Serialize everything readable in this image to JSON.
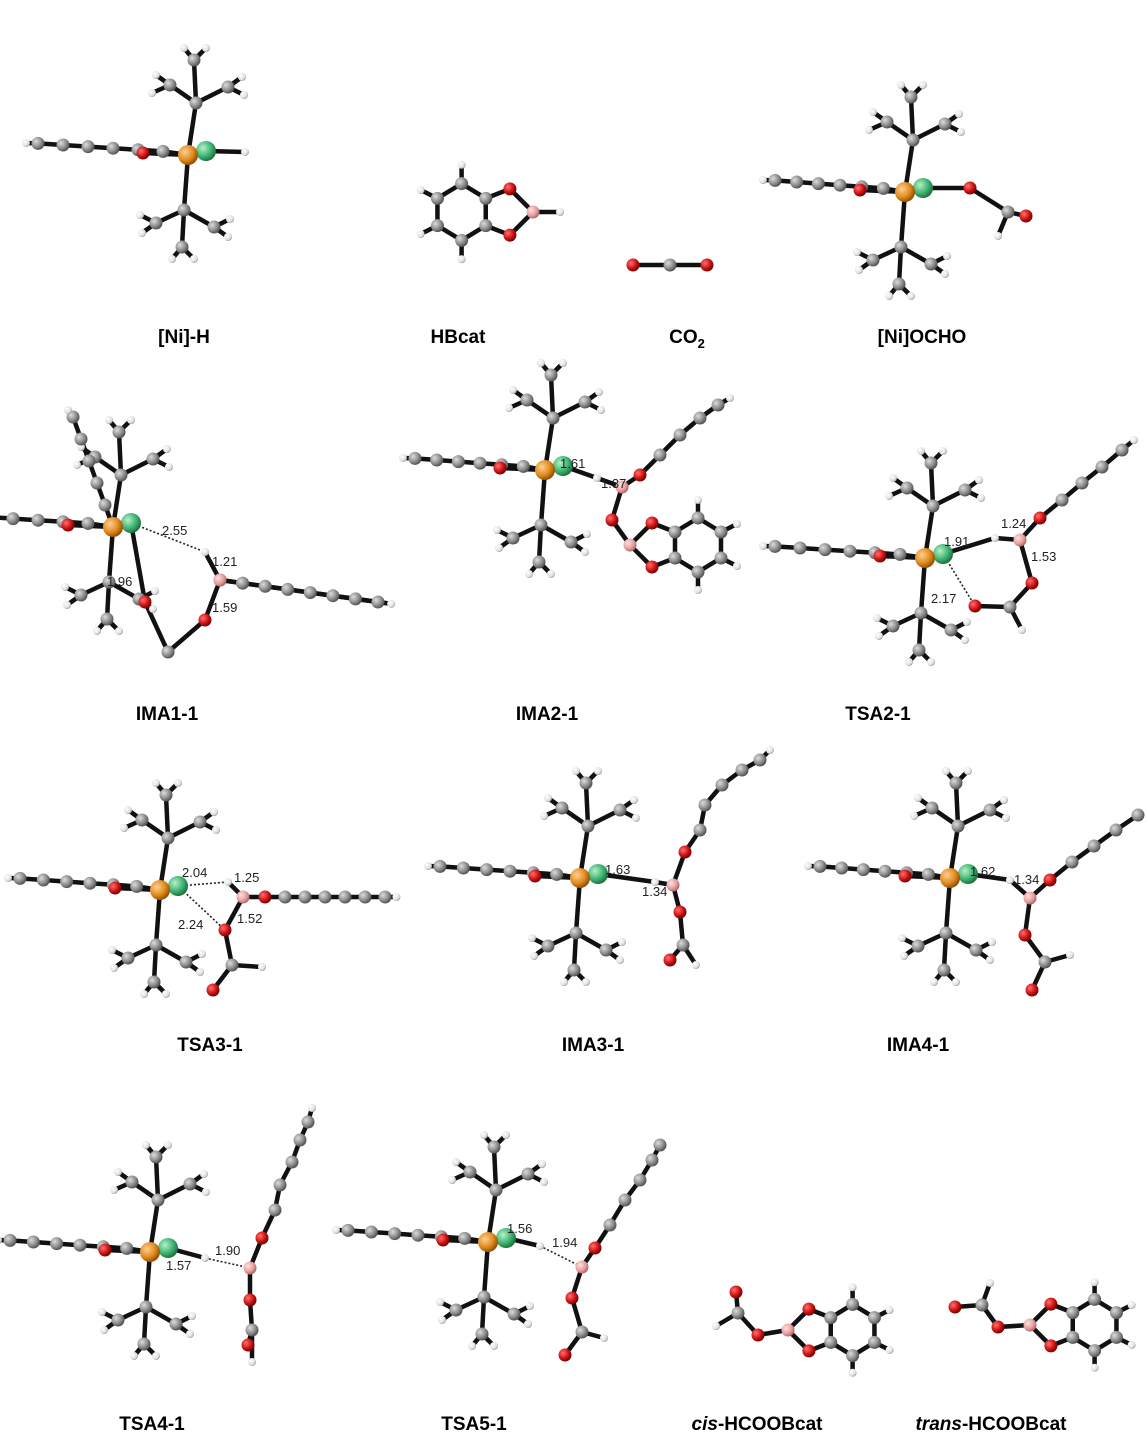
{
  "atom_colors": {
    "carbon": "#8c8c8c",
    "hydrogen": "#e6e6e6",
    "oxygen": "#cc1111",
    "boron": "#e8a0a0",
    "nickel": "#3cb371",
    "phosphorus": "#e08a1e"
  },
  "structures": [
    {
      "label": "[Ni]-H",
      "distances": []
    },
    {
      "label": "HBcat",
      "distances": []
    },
    {
      "label_main": "CO",
      "label_sub": "2",
      "distances": []
    },
    {
      "label": "[Ni]OCHO",
      "distances": []
    },
    {
      "label": "IMA1-1",
      "distances": [
        "2.55",
        "1.21",
        "1.96",
        "1.59"
      ]
    },
    {
      "label": "IMA2-1",
      "distances": [
        "1.61",
        "1.37"
      ]
    },
    {
      "label": "TSA2-1",
      "distances": [
        "1.24",
        "1.91",
        "1.53",
        "2.17"
      ]
    },
    {
      "label": "TSA3-1",
      "distances": [
        "2.04",
        "1.25",
        "1.52",
        "2.24"
      ]
    },
    {
      "label": "IMA3-1",
      "distances": [
        "1.63",
        "1.34"
      ]
    },
    {
      "label": "IMA4-1",
      "distances": [
        "1.62",
        "1.34"
      ]
    },
    {
      "label": "TSA4-1",
      "distances": [
        "1.90",
        "1.57"
      ]
    },
    {
      "label": "TSA5-1",
      "distances": [
        "1.56",
        "1.94"
      ]
    },
    {
      "label_italic": "cis",
      "label_rest": "-HCOOBcat",
      "distances": []
    },
    {
      "label_italic": "trans",
      "label_rest": "-HCOOBcat",
      "distances": []
    }
  ]
}
